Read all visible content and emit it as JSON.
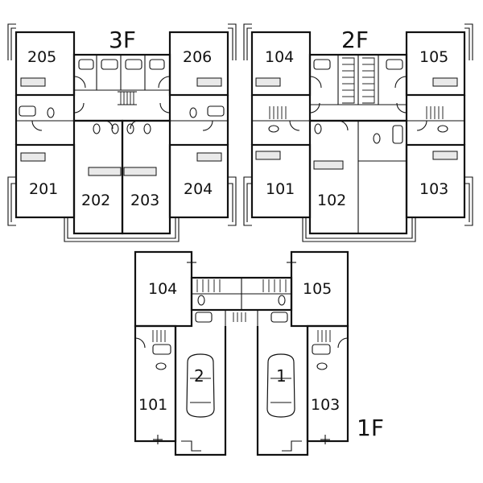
{
  "floors": {
    "f3": {
      "label": "3F",
      "units": [
        "205",
        "206",
        "201",
        "202",
        "203",
        "204"
      ]
    },
    "f2": {
      "label": "2F",
      "units": [
        "104",
        "105",
        "101",
        "102",
        "103"
      ]
    },
    "f1": {
      "label": "1F",
      "units": [
        "104",
        "105",
        "101",
        "103"
      ],
      "parking": [
        "2",
        "1"
      ]
    }
  }
}
